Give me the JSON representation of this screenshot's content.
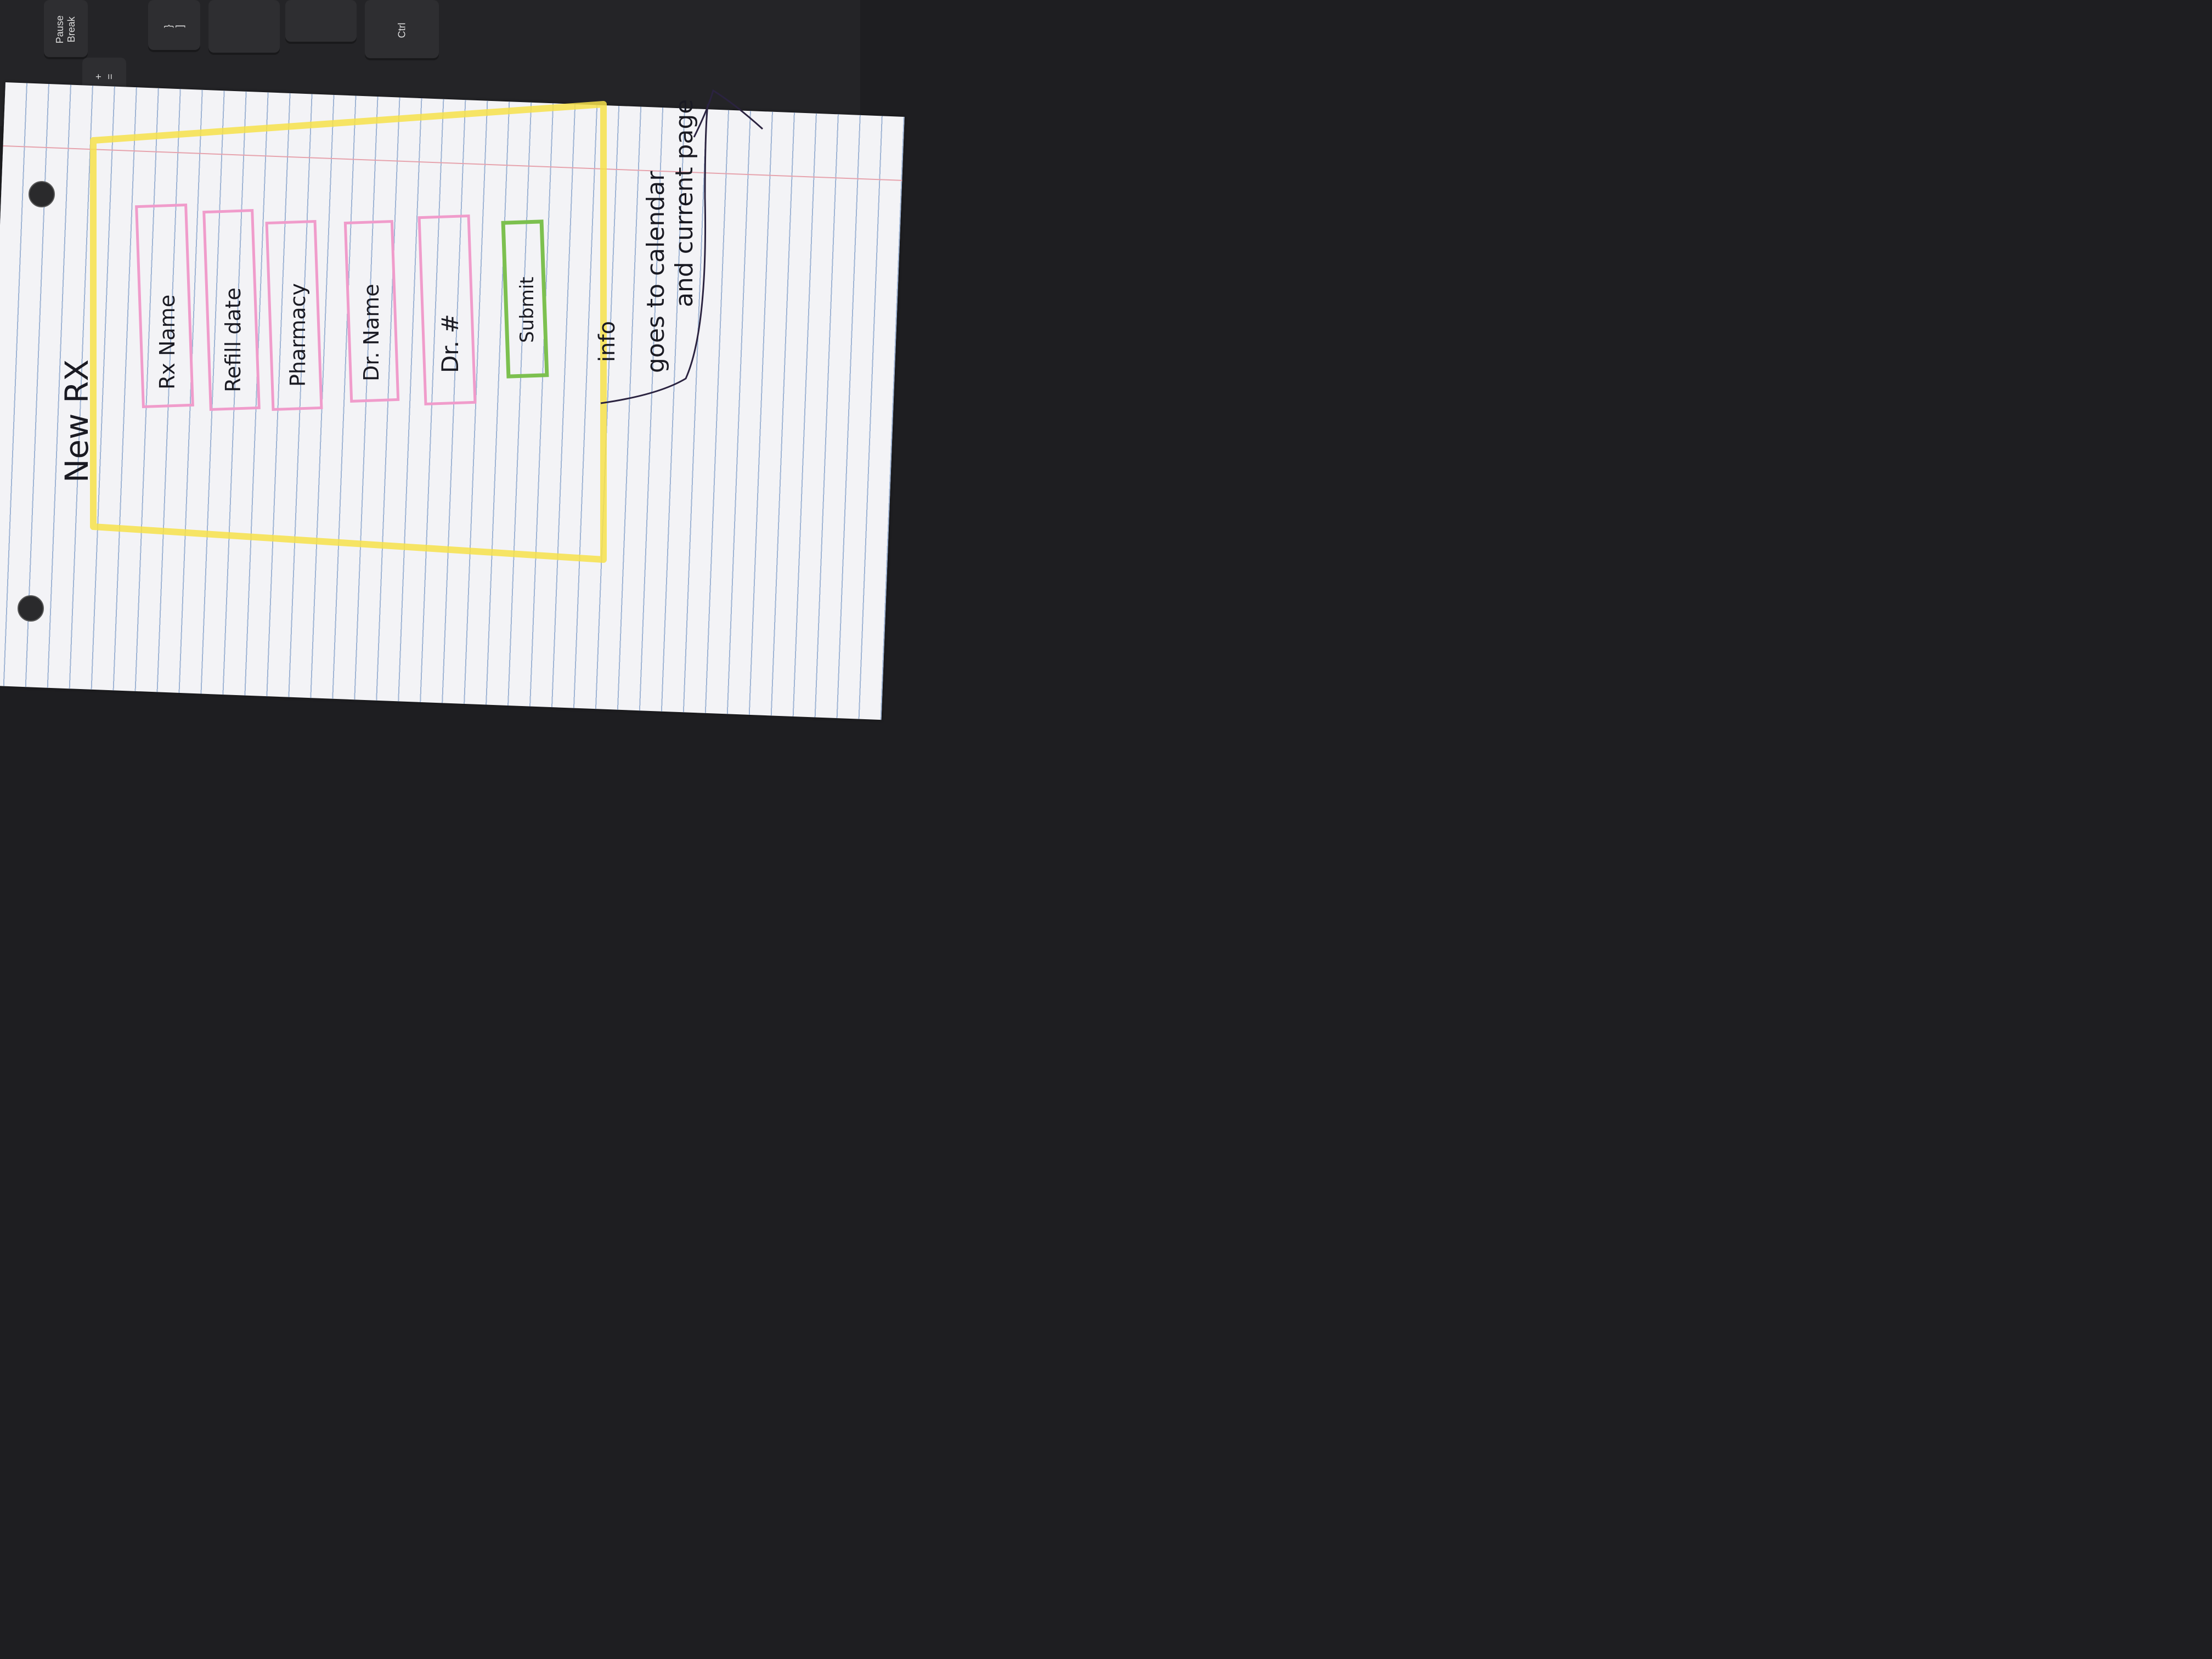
{
  "keyboard": {
    "pause_break": "Pause\nBreak",
    "plus_equals": "+\n=",
    "bracket_close": "}\n]",
    "ctrl": "Ctrl"
  },
  "sketch": {
    "title": "New RX",
    "fields": [
      "Rx Name",
      "Refill date",
      "Pharmacy",
      "Dr. Name",
      "Dr. #"
    ],
    "submit_label": "Submit",
    "note_line1": "info",
    "note_line2": "goes to calendar",
    "note_line3": "and current page",
    "frame_color": "#f6e04a",
    "field_color": "#f09ccb",
    "button_color": "#7cc04f",
    "ink_color": "#1a1a22"
  }
}
